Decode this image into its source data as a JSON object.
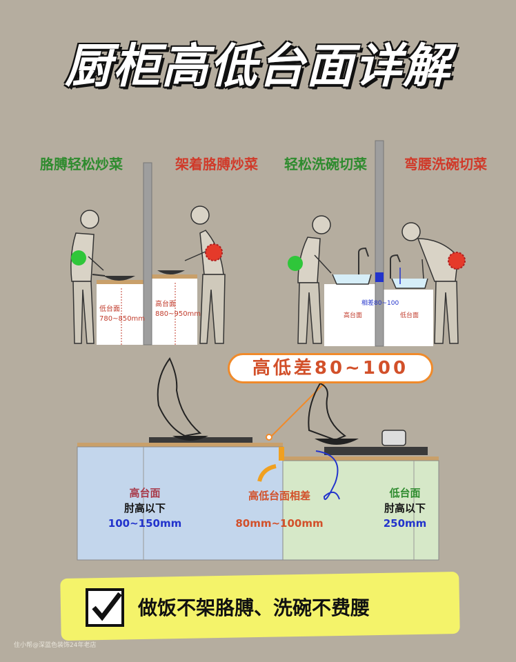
{
  "title": "厨柜高低台面详解",
  "panels": {
    "p1": {
      "caption": "胳膊轻松炒菜",
      "low_label": "低台面",
      "low_range": "780~850mm"
    },
    "p2": {
      "caption": "架着胳膊炒菜",
      "high_label": "高台面",
      "high_range": "880~950mm"
    },
    "p3": {
      "caption": "轻松洗碗切菜",
      "diff_label": "相差80~100",
      "high_label": "高台面"
    },
    "p4": {
      "caption": "弯腰洗碗切菜",
      "low_label": "低台面"
    }
  },
  "diff_callout": "高低差80~100",
  "high_counter": {
    "name": "高台面",
    "line2": "肘高以下",
    "range": "100~150mm"
  },
  "middle": {
    "label": "高低台面相差",
    "range": "80mm~100mm"
  },
  "low_counter": {
    "name": "低台面",
    "line2": "肘高以下",
    "range": "250mm"
  },
  "banner": "做饭不架胳膊、洗碗不费腰",
  "watermark": "住小帮@深蓝色装饰24年老店",
  "colors": {
    "green": "#2e8b2e",
    "red": "#d03a2a",
    "blue_counter": "#c3d6ec",
    "green_counter": "#d6e8c8",
    "accent": "#f08a2a",
    "banner": "#f4f36a"
  }
}
